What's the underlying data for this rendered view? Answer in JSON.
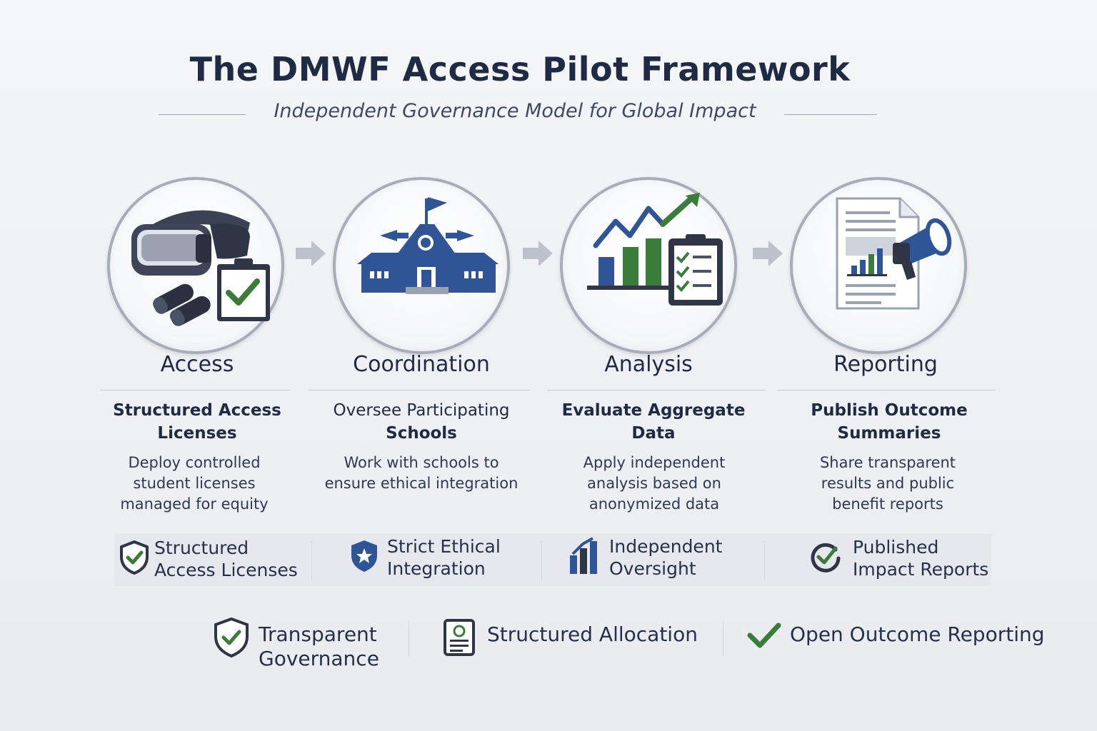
{
  "header": {
    "title": "The DMWF Access Pilot Framework",
    "subtitle": "Independent Governance Model for Global Impact"
  },
  "steps": [
    {
      "title": "Access",
      "subtitle_line1": "Structured Access",
      "subtitle_line2": "Licenses",
      "desc": [
        "Deploy controlled",
        "student licenses",
        "managed for equity"
      ],
      "icon": "vr-headset-clipboard-icon"
    },
    {
      "title": "Coordination",
      "subtitle_line1": "Oversee Participating",
      "subtitle_line2": "Schools",
      "desc": [
        "Work with schools to",
        "ensure ethical integration"
      ],
      "icon": "school-building-icon"
    },
    {
      "title": "Analysis",
      "subtitle_line1": "Evaluate Aggregate",
      "subtitle_line2": "Data",
      "desc": [
        "Apply independent",
        "analysis based on",
        "anonymized data"
      ],
      "icon": "growth-chart-checklist-icon"
    },
    {
      "title": "Reporting",
      "subtitle_line1": "Publish Outcome",
      "subtitle_line2": "Summaries",
      "desc": [
        "Share transparent",
        "results and public",
        "benefit reports"
      ],
      "icon": "report-megaphone-icon"
    }
  ],
  "badges": [
    {
      "line1": "Structured",
      "line2": "Access Licenses",
      "icon": "shield-check-icon"
    },
    {
      "line1": "Strict Ethical",
      "line2": "Integration",
      "icon": "shield-star-icon"
    },
    {
      "line1": "Independent",
      "line2": "Oversight",
      "icon": "bar-chart-icon"
    },
    {
      "line1": "Published",
      "line2": "Impact Reports",
      "icon": "circle-check-icon"
    }
  ],
  "footer": [
    {
      "line1": "Transparent",
      "line2": "Governance",
      "icon": "shield-check-icon"
    },
    {
      "line1": "Structured Allocation",
      "icon": "document-icon"
    },
    {
      "line1": "Open Outcome Reporting",
      "icon": "check-icon"
    }
  ],
  "colors": {
    "navy": "#1f2b44",
    "brand_blue": "#2f5597",
    "accent_green": "#3a7d3a",
    "ring_gray": "#a7adb8"
  }
}
